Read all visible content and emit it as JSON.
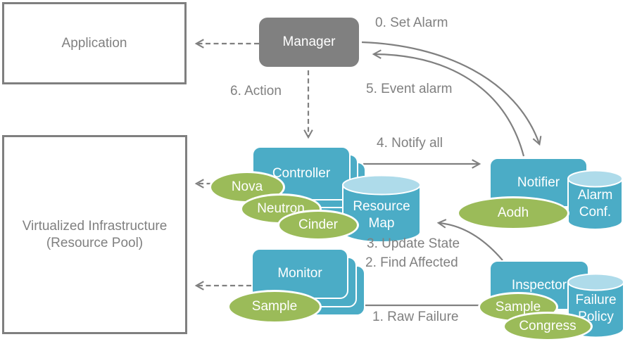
{
  "diagram": {
    "title_context": "Fault management architecture flow",
    "boxes": {
      "application": "Application",
      "manager": "Manager",
      "controller": "Controller",
      "monitor": "Monitor",
      "notifier": "Notifier",
      "inspector": "Inspector",
      "virtualized_line1": "Virtualized Infrastructure",
      "virtualized_line2": "(Resource Pool)"
    },
    "datastores": {
      "resource_map": "Resource Map",
      "alarm_conf": "Alarm Conf.",
      "failure_policy": "Failure Policy"
    },
    "services": {
      "nova": "Nova",
      "neutron": "Neutron",
      "cinder": "Cinder",
      "aodh": "Aodh",
      "sample_monitor": "Sample",
      "sample_inspector": "Sample",
      "congress": "Congress"
    },
    "steps": {
      "set_alarm": "0. Set Alarm",
      "raw_failure": "1. Raw Failure",
      "find_affected": "2. Find Affected",
      "update_state": "3. Update State",
      "notify_all": "4. Notify all",
      "event_alarm": "5. Event alarm",
      "action": "6. Action"
    },
    "colors": {
      "teal": "#4BACC6",
      "teal_light": "#AEDBEA",
      "green": "#9BBB59",
      "gray": "#808080",
      "border_gray": "#7F7F7F",
      "white": "#FFFFFF"
    }
  }
}
